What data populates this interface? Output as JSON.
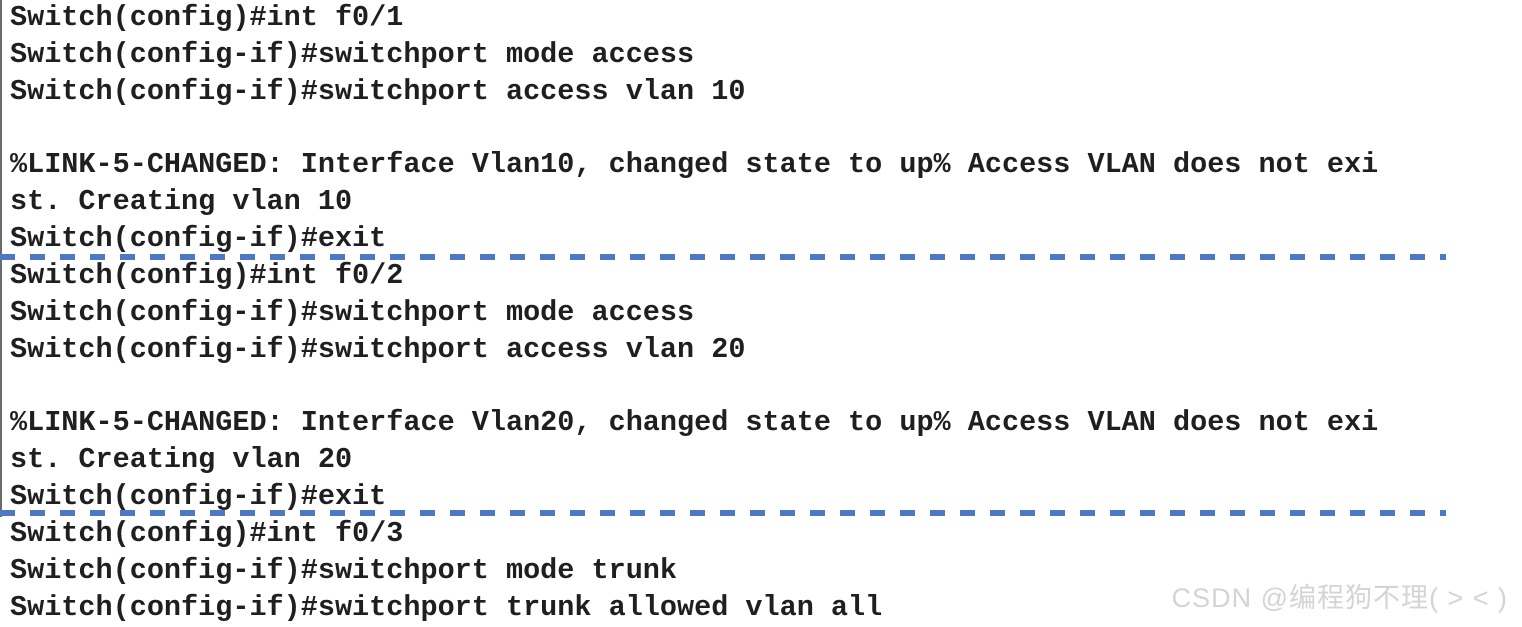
{
  "colors": {
    "divider": "#4c78c6",
    "text": "#1f1f1f",
    "watermark": "#d4d4d4",
    "border": "#6b6b6b"
  },
  "terminal": {
    "lines": [
      "Switch(config)#int f0/1",
      "Switch(config-if)#switchport mode access",
      "Switch(config-if)#switchport access vlan 10",
      "",
      "%LINK-5-CHANGED: Interface Vlan10, changed state to up% Access VLAN does not exi",
      "st. Creating vlan 10",
      "Switch(config-if)#exit",
      "Switch(config)#int f0/2",
      "Switch(config-if)#switchport mode access",
      "Switch(config-if)#switchport access vlan 20",
      "",
      "%LINK-5-CHANGED: Interface Vlan20, changed state to up% Access VLAN does not exi",
      "st. Creating vlan 20",
      "Switch(config-if)#exit",
      "Switch(config)#int f0/3",
      "Switch(config-if)#switchport mode trunk",
      "Switch(config-if)#switchport trunk allowed vlan all"
    ]
  },
  "watermark": {
    "text": "CSDN @编程狗不理( > < )"
  }
}
